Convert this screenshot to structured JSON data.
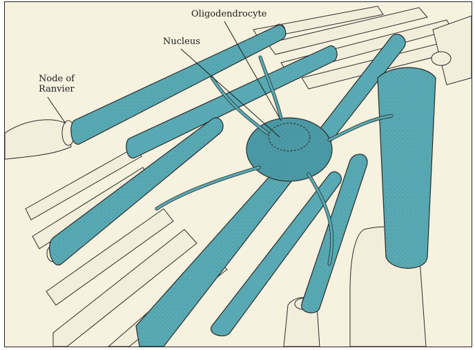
{
  "diagram": {
    "labels": {
      "oligodendrocyte": "Oligodendrocyte",
      "nucleus": "Nucleus",
      "node_line1": "Node of",
      "node_line2": "Ranvier"
    },
    "colors": {
      "background": "#f6f2df",
      "myelin": "#58a9b3",
      "myelin_dark": "#2f7f8a",
      "axon": "#f2eedb",
      "outline": "#2a2a2a"
    }
  }
}
